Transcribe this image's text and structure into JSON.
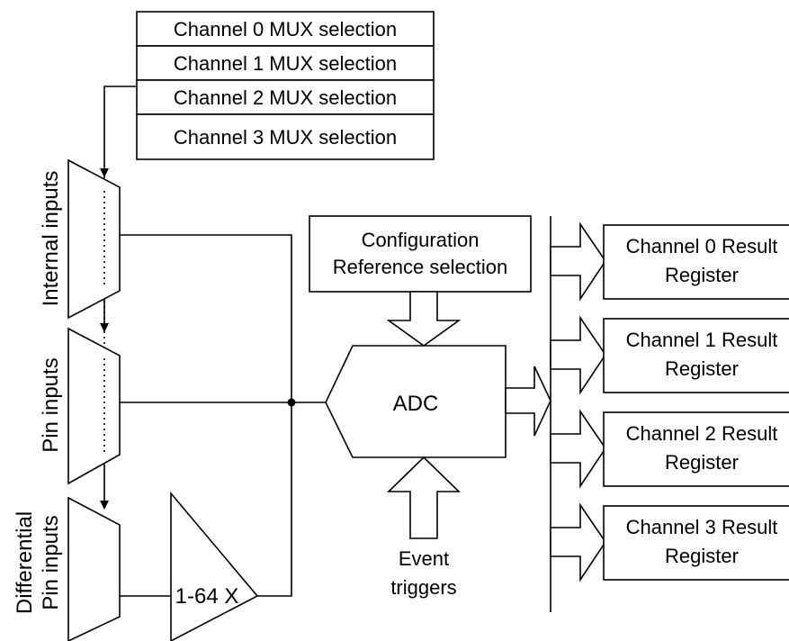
{
  "mux_table": [
    "Channel 0 MUX selection",
    "Channel 1 MUX selection",
    "Channel 2 MUX selection",
    "Channel 3 MUX selection"
  ],
  "mux_labels": {
    "internal": "Internal inputs",
    "pin": "Pin inputs",
    "diff_line1": "Differential",
    "diff_line2": "Pin inputs"
  },
  "gain": "1-64 X",
  "adc": "ADC",
  "config": {
    "line1": "Configuration",
    "line2": "Reference selection"
  },
  "event": {
    "line1": "Event",
    "line2": "triggers"
  },
  "results": [
    {
      "line1": "Channel 0 Result",
      "line2": "Register"
    },
    {
      "line1": "Channel 1 Result",
      "line2": "Register"
    },
    {
      "line1": "Channel 2 Result",
      "line2": "Register"
    },
    {
      "line1": "Channel 3 Result",
      "line2": "Register"
    }
  ]
}
